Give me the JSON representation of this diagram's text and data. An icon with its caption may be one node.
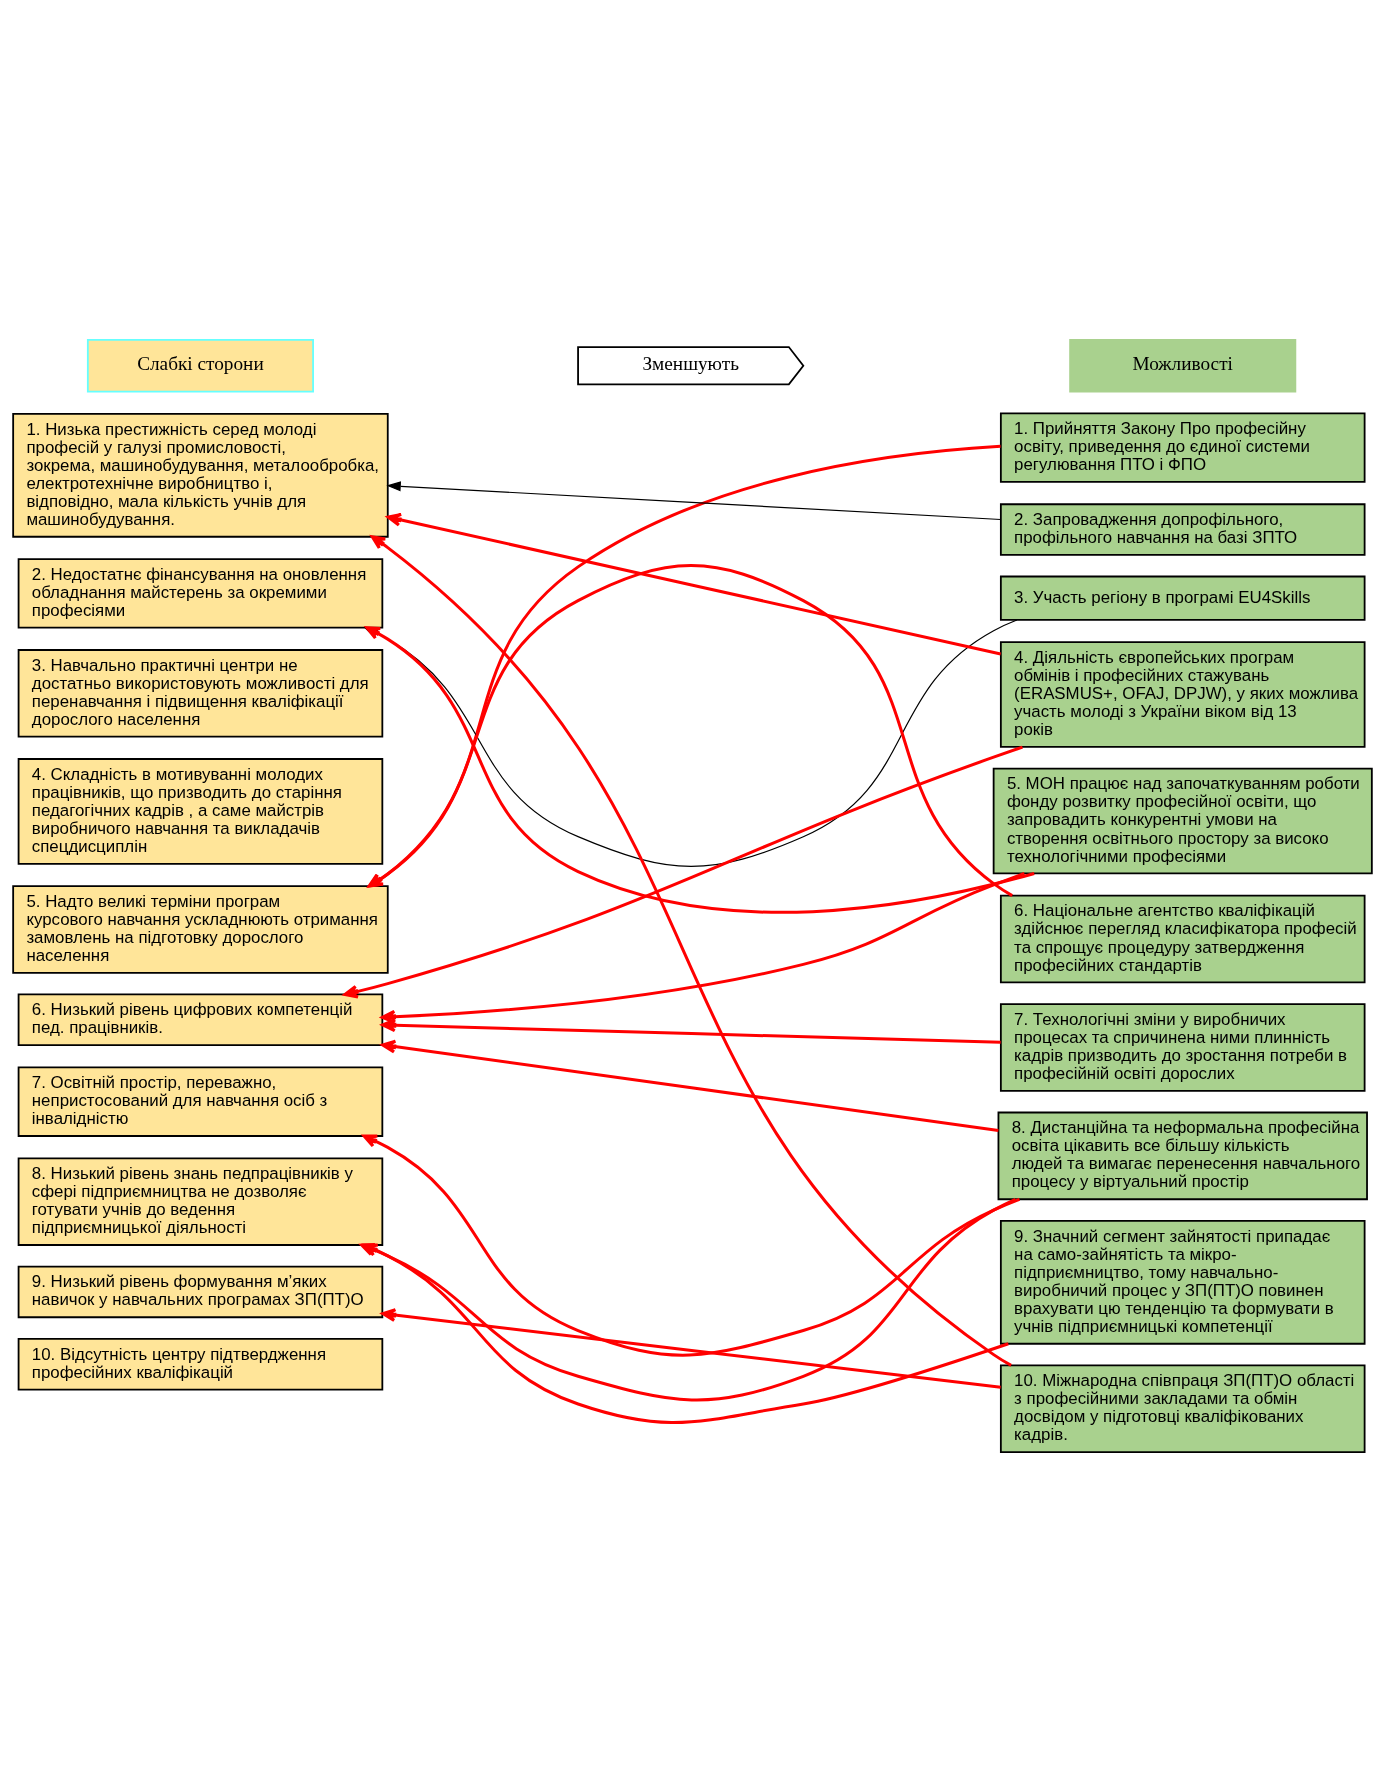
{
  "diagram": {
    "nodes": [
      {
        "text": [
          "Слабкі сторони"
        ]
      },
      {
        "text": [
          "Зменшують"
        ]
      },
      {
        "text": [
          "Можливості"
        ]
      },
      {
        "text": [
          "1. Низька престижність серед молоді професій у галузі промисловості, зокрема, машинобудування, металообробка, електротехнічне виробництво і, відповідно, мала кількість учнів для машинобудування."
        ]
      },
      {
        "text": [
          "2. Недостатнє фінансування на оновлення обладнання майстерень за окремими професіями"
        ]
      },
      {
        "text": [
          "3. Навчально практичні центри не достатньо використовують можливості для перенавчання і підвищення кваліфікації дорослого населення"
        ]
      },
      {
        "text": [
          "4. Складність в мотивуванні молодих працівників, що призводить до старіння педагогічних кадрів , а саме майстрів виробничого навчання та викладачів спецдисциплін"
        ]
      },
      {
        "text": [
          "5. Надто великі терміни програм курсового навчання ускладнюють отримання замовлень на підготовку дорослого населення"
        ]
      },
      {
        "text": [
          "6. Низький рівень цифрових компетенцій пед. працівників."
        ]
      },
      {
        "text": [
          "7. Освітній простір, переважно, непристосований для навчання осіб з інвалідністю"
        ]
      },
      {
        "text": [
          "8. Низький рівень знань педпрацівників у сфері підприємництва не дозволяє готувати учнів до ведення підприємницької діяльності"
        ]
      },
      {
        "text": [
          "9. Низький рівень формування м’яких навичок у навчальних програмах ЗП(ПТ)О"
        ]
      },
      {
        "text": [
          "10. Відсутність центру підтвердження професійних кваліфікацій"
        ]
      },
      {
        "text": [
          "1. Прийняття Закону Про професійну освіту, приведення до єдиної системи регулювання ПТО і ФПО"
        ]
      },
      {
        "text": [
          "2. Запровадження допрофільного, профільного навчання на базі ЗПТО"
        ]
      },
      {
        "text": [
          "3. Участь регіону в програмі EU4Skills"
        ]
      },
      {
        "text": [
          "4. Діяльність європейських програм обмінів і професійних стажувань (ERASMUS+, OFAJ, DPJW), у яких можлива участь молоді з України віком від 13 років"
        ]
      },
      {
        "text": [
          "5. МОН працює над започаткуванням роботи фонду розвитку професійної освіти, що запровадить конкурентні умови на створення освітнього простору за високо технологічними професіями"
        ]
      },
      {
        "text": [
          "6. Національне агентство кваліфікацій здійснює перегляд класифікатора професій та спрощує процедуру затвердження професійних стандартів"
        ]
      },
      {
        "text": [
          "7. Технологічні зміни у виробничих процесах та спричинена ними плинність кадрів призводить до зростання потреби в професійній освіті дорослих"
        ]
      },
      {
        "text": [
          "8. Дистанційна та неформальна професійна освіта цікавить все більшу кількість людей та вимагає перенесення навчального процесу у віртуальний простір"
        ]
      },
      {
        "text": [
          "9. Значний сегмент зайнятості припадає на само-зайнятість та мікро-підприємництво, тому навчально-виробничий процес у ЗП(ПТ)О повинен врахувати цю тенденцію та формувати в учнів підприємницькі компетенції"
        ]
      },
      {
        "text": [
          "10. Міжнародна співпраця ЗП(ПТ)О області з професійними закладами та обмін досвідом у підготовці кваліфікованих кадрів."
        ]
      }
    ],
    "edges": [
      {
        "from": 14,
        "to": 3,
        "arrow": "to",
        "color": "#000000"
      },
      {
        "from": 15,
        "to": 4,
        "arrow": "to",
        "color": "#000000"
      },
      {
        "from": 13,
        "to": 7,
        "arrow": "to"
      },
      {
        "from": 16,
        "to": 3,
        "arrow": "to"
      },
      {
        "from": 16,
        "to": 8,
        "arrow": "to"
      },
      {
        "from": 17,
        "to": 4,
        "arrow": "to"
      },
      {
        "from": 17,
        "to": 8,
        "arrow": "to"
      },
      {
        "from": 18,
        "to": 7,
        "arrow": "to"
      },
      {
        "from": 19,
        "to": 8,
        "arrow": "to"
      },
      {
        "from": 20,
        "to": 8,
        "arrow": "to"
      },
      {
        "from": 20,
        "to": 9,
        "arrow": "to"
      },
      {
        "from": 20,
        "to": 10,
        "arrow": "to"
      },
      {
        "from": 21,
        "to": 10,
        "arrow": "to"
      },
      {
        "from": 22,
        "to": 11,
        "arrow": "to"
      },
      {
        "from": 22,
        "to": 3,
        "arrow": "to"
      }
    ]
  }
}
